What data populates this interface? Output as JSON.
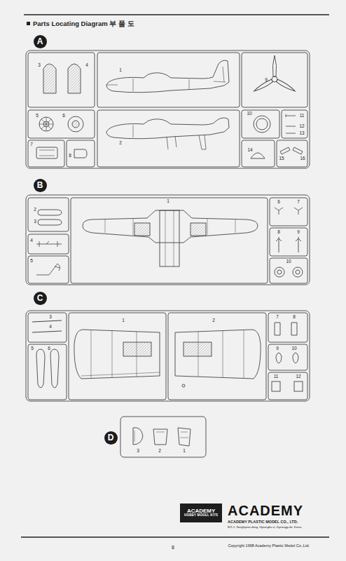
{
  "diagram": {
    "title": "Parts Locating Diagram 부 품 도",
    "nodes": [
      {
        "text": [
          "A"
        ]
      },
      {
        "text": [
          "B"
        ]
      },
      {
        "text": [
          "C"
        ]
      },
      {
        "text": [
          "D"
        ]
      },
      {
        "text": [
          "ACADEMY",
          "HOBBY MODEL KITS"
        ]
      }
    ],
    "labels": [
      "3",
      "4",
      "1",
      "9",
      "5",
      "6",
      "10",
      "11",
      "12",
      "13",
      "7",
      "8",
      "2",
      "14",
      "15",
      "16",
      "2",
      "3",
      "4",
      "5",
      "1",
      "6",
      "7",
      "8",
      "9",
      "10",
      "3",
      "4",
      "5",
      "6",
      "1",
      "2",
      "7",
      "8",
      "9",
      "10",
      "11",
      "12",
      "3",
      "2",
      "1",
      "ACADEMY",
      "ACADEMY PLASTIC MODEL CO., LTD.",
      "821-1, Songhyeon-dong, Uijeongbu-si, Gyeonggi-do, Korea",
      "8",
      "Copyright 1998 Academy Plastic Model Co.,Ltd."
    ]
  }
}
